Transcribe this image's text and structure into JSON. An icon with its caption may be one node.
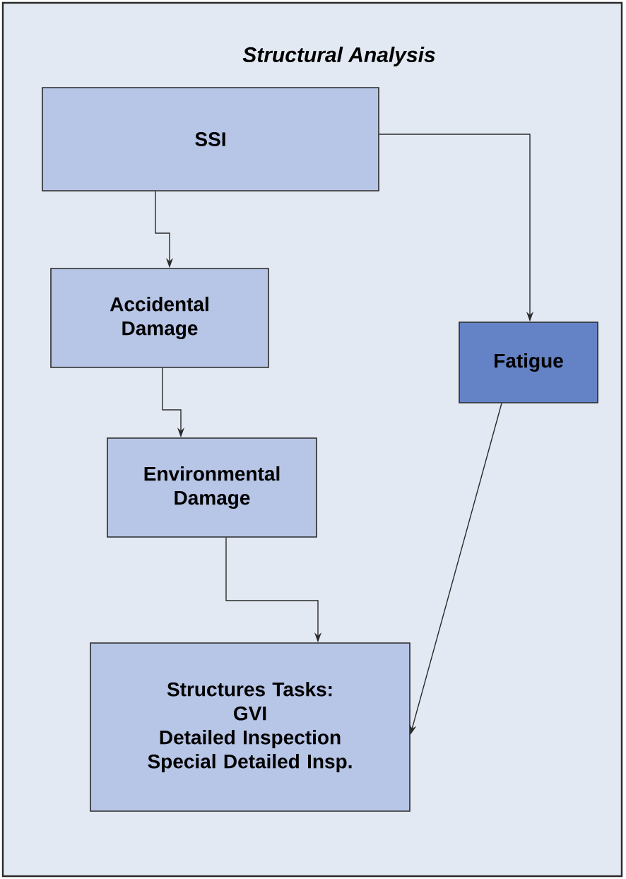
{
  "diagram": {
    "title": "Structural Analysis",
    "nodes": [
      {
        "text": [
          "SSI"
        ]
      },
      {
        "text": [
          "Accidental Damage"
        ]
      },
      {
        "text": [
          "Fatigue"
        ]
      },
      {
        "text": [
          "Environmental Damage"
        ]
      },
      {
        "text": [
          "Structures Tasks:",
          "GVI",
          "Detailed Inspection",
          "Special Detailed Insp."
        ]
      }
    ],
    "edges": [
      {
        "from": 0,
        "to": 1,
        "arrow": "to"
      },
      {
        "from": 0,
        "to": 2,
        "arrow": "to"
      },
      {
        "from": 1,
        "to": 3,
        "arrow": "to"
      },
      {
        "from": 3,
        "to": 4,
        "arrow": "to"
      },
      {
        "from": 2,
        "to": 4,
        "arrow": "to"
      }
    ]
  }
}
